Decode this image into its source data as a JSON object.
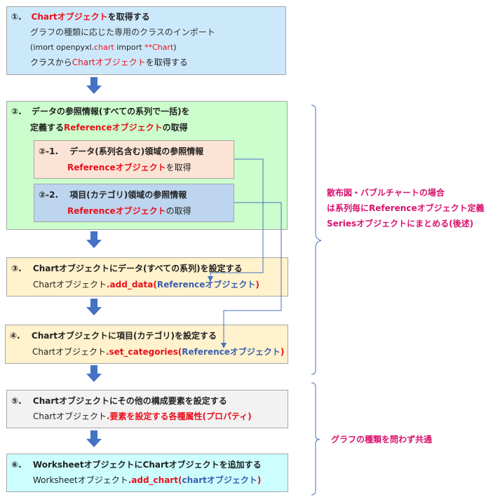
{
  "colors": {
    "step1_bg": "#cce9fb",
    "step2_bg": "#ccfdcc",
    "step2_1_bg": "#fbe3d5",
    "step2_2_bg": "#bdd5ee",
    "step3_bg": "#fff2cc",
    "step4_bg": "#fff2cc",
    "step5_bg": "#f2f2f2",
    "step6_bg": "#ccfefe",
    "arrow": "#4472c4",
    "connector": "#4472c4",
    "bracket": "#4472c4",
    "accent_red": "#e8101c",
    "accent_magenta": "#d8126e"
  },
  "step1": {
    "num": "①.",
    "title_a": "Chartオブジェクト",
    "title_b": "を取得する",
    "line2": "グラフの種類に応じた専用のクラスのインポート",
    "line3_a": "(imort openpyxl.",
    "line3_b": "chart",
    "line3_c": " import ",
    "line3_d": "**Chart",
    "line3_e": ")",
    "line4_a": "クラスから",
    "line4_b": "Chartオブジェクト",
    "line4_c": "を取得する"
  },
  "step2": {
    "num": "②.",
    "title_a": "データの参照情報(すべての系列で一括)を",
    "title_b": "定義する",
    "title_c": "Referenceオブジェクト",
    "title_d": "の取得"
  },
  "step2_1": {
    "num": "②-1.",
    "title": "データ(系列名含む)領域の参照情報",
    "ref": "Referenceオブジェクト",
    "tail": "を取得"
  },
  "step2_2": {
    "num": "②-2.",
    "title": "項目(カテゴリ)領域の参照情報",
    "ref": "Referenceオブジェクト",
    "tail": "の取得"
  },
  "step3": {
    "num": "③.",
    "title": "Chartオブジェクトにデータ(すべての系列)を設定する",
    "code_a": "Chartオブジェクト",
    "code_b": ".add_data(",
    "code_c": "Referenceオブジェクト",
    "code_d": ")"
  },
  "step4": {
    "num": "④.",
    "title": "Chartオブジェクトに項目(カテゴリ)を設定する",
    "code_a": "Chartオブジェクト",
    "code_b": ".set_categories(",
    "code_c": "Referenceオブジェクト",
    "code_d": ")"
  },
  "step5": {
    "num": "⑤.",
    "title": "Chartオブジェクトにその他の構成要素を設定する",
    "code_a": "Chartオブジェクト",
    "code_b": ".要素を設定する各種属性(プロパティ)"
  },
  "step6": {
    "num": "⑥.",
    "title": "WorksheetオブジェクトにChartオブジェクトを追加する",
    "code_a": "Worksheetオブジェクト",
    "code_b": ".add_chart(",
    "code_c": "chartオブジェクト",
    "code_d": ")"
  },
  "note_scatter": {
    "line1": "散布図・バブルチャートの場合",
    "line2": "は系列毎にReferenceオブジェクト定義",
    "line3": "Seriesオブジェクトにまとめる(後述)"
  },
  "note_common": {
    "line1": "グラフの種類を問わず共通"
  }
}
